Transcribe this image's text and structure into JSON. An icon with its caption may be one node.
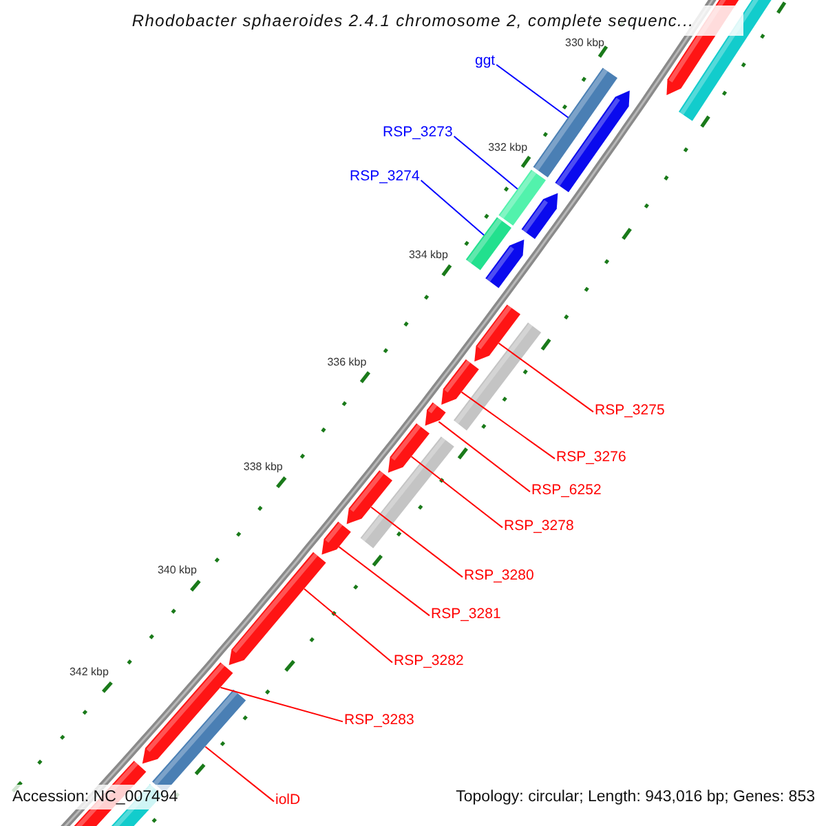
{
  "diagram": {
    "title": "Rhodobacter sphaeroides 2.4.1 chromosome 2, complete sequenc...",
    "nodes": [
      {
        "text": [
          "ggt"
        ]
      },
      {
        "text": [
          "RSP_3273"
        ]
      },
      {
        "text": [
          "RSP_3274"
        ]
      },
      {
        "text": [
          "RSP_3275"
        ]
      },
      {
        "text": [
          "RSP_3276"
        ]
      },
      {
        "text": [
          "RSP_6252"
        ]
      },
      {
        "text": [
          "RSP_3278"
        ]
      },
      {
        "text": [
          "RSP_3280"
        ]
      },
      {
        "text": [
          "RSP_3281"
        ]
      },
      {
        "text": [
          "RSP_3282"
        ]
      },
      {
        "text": [
          "RSP_3283"
        ]
      },
      {
        "text": [
          "iolD"
        ]
      },
      {
        "text": [],
        "shape": "bar"
      },
      {
        "text": [],
        "shape": "bar"
      },
      {
        "text": [],
        "shape": "bar"
      },
      {
        "text": [],
        "shape": "arrow"
      },
      {
        "text": [],
        "shape": "arrow"
      },
      {
        "text": [],
        "shape": "arrow"
      },
      {
        "text": [],
        "shape": "arrow"
      },
      {
        "text": [],
        "shape": "arrow"
      },
      {
        "text": [],
        "shape": "arrow"
      },
      {
        "text": [],
        "shape": "arrow"
      },
      {
        "text": [],
        "shape": "arrow"
      },
      {
        "text": [],
        "shape": "bar"
      }
    ],
    "edges": [
      {
        "from": 0,
        "to": 12,
        "arrow": "none",
        "color": "#0000ff"
      },
      {
        "from": 1,
        "to": 13,
        "arrow": "none",
        "color": "#0000ff"
      },
      {
        "from": 2,
        "to": 14,
        "arrow": "none",
        "color": "#0000ff"
      },
      {
        "from": 3,
        "to": 15,
        "arrow": "none"
      },
      {
        "from": 4,
        "to": 16,
        "arrow": "none"
      },
      {
        "from": 5,
        "to": 17,
        "arrow": "none"
      },
      {
        "from": 6,
        "to": 18,
        "arrow": "none"
      },
      {
        "from": 7,
        "to": 19,
        "arrow": "none"
      },
      {
        "from": 8,
        "to": 20,
        "arrow": "none"
      },
      {
        "from": 9,
        "to": 21,
        "arrow": "none"
      },
      {
        "from": 10,
        "to": 22,
        "arrow": "none"
      },
      {
        "from": 11,
        "to": 23,
        "arrow": "none"
      }
    ],
    "labels": [
      "330 kbp",
      "332 kbp",
      "334 kbp",
      "336 kbp",
      "338 kbp",
      "340 kbp",
      "342 kbp",
      "Accession: NC_007494",
      "Topology: circular; Length: 943,016 bp; Genes: 853"
    ]
  }
}
